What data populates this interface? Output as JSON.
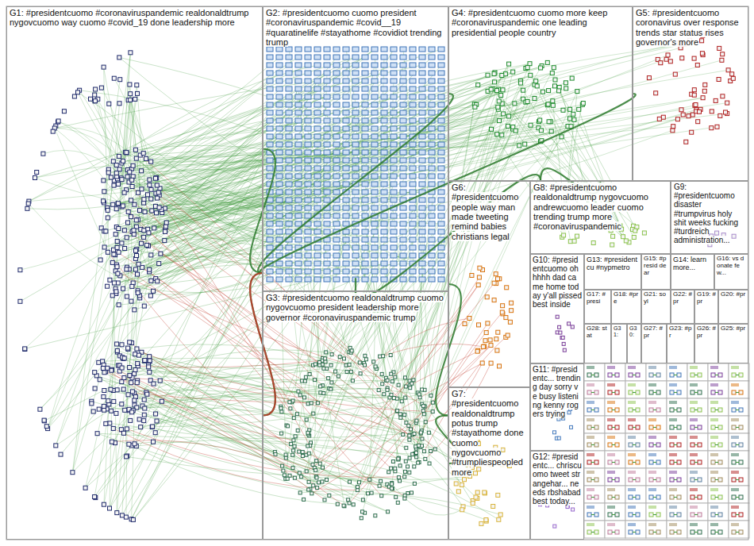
{
  "diagram": {
    "nodes": [
      {
        "text": [
          "G1: #presidentcuomo #coronaviruspandemic realdonaldtrump nygovcuomo way cuomo #covid_19 done leadership more"
        ]
      },
      {
        "text": [
          "G2: #presidentcuomo cuomo president #coronaviruspandemic #covid__19 #quaratinelife #stayathome #covidiot trending trump"
        ]
      },
      {
        "text": [
          "G4: #presidentcuomo cuomo more keep #coronaviruspandemic one leading presidential people country"
        ]
      },
      {
        "text": [
          "G5: #presidentcuomo coronavirus over response trends star status rises governor's more"
        ]
      },
      {
        "text": [
          "G3: #presidentcuomo realdonaldtrump cuomo nygovcuomo president leadership more governor #coronaviruspandemic trump"
        ]
      },
      {
        "text": [
          "G6: #presidentcuomo people way man made tweeting remind babies christians legal"
        ]
      },
      {
        "text": [
          "G8: #presidentcuomo realdonaldtrump nygovcuomo andrewcuomo leader cuomo trending trump more #coronaviruspandemic"
        ]
      },
      {
        "text": [
          "G9: #presidentcuomo disaster #trumpvirus holy shit weeks fucking #turdreich administration..."
        ]
      },
      {
        "text": [
          "G10: #presidentcuomo ohhhhh dad came home today y'all pissed best inside"
        ]
      },
      {
        "text": [
          "G13: #presidentcu #nypmetro"
        ]
      },
      {
        "text": [
          "G15: #presid dear"
        ]
      },
      {
        "text": [
          "G14: learn more..."
        ]
      },
      {
        "text": [
          "G16: vs donate few..."
        ]
      },
      {
        "text": [
          "G17: #presi"
        ]
      },
      {
        "text": [
          "G18: #pre"
        ]
      },
      {
        "text": [
          "G21: soyl"
        ]
      },
      {
        "text": [
          "G22: #pr"
        ]
      },
      {
        "text": [
          "G19: #pr"
        ]
      },
      {
        "text": [
          "G20: #pr"
        ]
      },
      {
        "text": [
          "G28: stat"
        ]
      },
      {
        "text": [
          "G31:"
        ]
      },
      {
        "text": [
          "G30:"
        ]
      },
      {
        "text": [
          "G27: #pr"
        ]
      },
      {
        "text": [
          "G23: #pr"
        ]
      },
      {
        "text": [
          "G26: #pr"
        ]
      },
      {
        "text": [
          "G25: #pr"
        ]
      },
      {
        "text": [
          "G7: #presidentcuomo realdonaldtrump potus trump #stayathome done cuomo nygovcuomo #trumpliespeopled more"
        ]
      },
      {
        "text": [
          "G11: #presidentc... trending day sorry ve busy listening kenny rogers trying"
        ]
      },
      {
        "text": [
          "G12: #presidentc... chriscuomo tweet strangehar... needs rbshabad best today..."
        ]
      }
    ],
    "edges": [
      {
        "from": 0,
        "to": 1,
        "arrow": "none"
      },
      {
        "from": 0,
        "to": 4,
        "arrow": "none"
      },
      {
        "from": 0,
        "to": 2,
        "arrow": "none"
      },
      {
        "from": 0,
        "to": 3,
        "arrow": "none"
      },
      {
        "from": 4,
        "to": 1,
        "arrow": "none"
      },
      {
        "from": 4,
        "to": 2,
        "arrow": "none"
      },
      {
        "from": 6,
        "to": 2,
        "arrow": "none"
      },
      {
        "from": 5,
        "to": 4,
        "arrow": "none"
      },
      {
        "from": 26,
        "to": 4,
        "arrow": "none"
      },
      {
        "from": 4,
        "to": 0,
        "arrow": "none"
      }
    ]
  }
}
